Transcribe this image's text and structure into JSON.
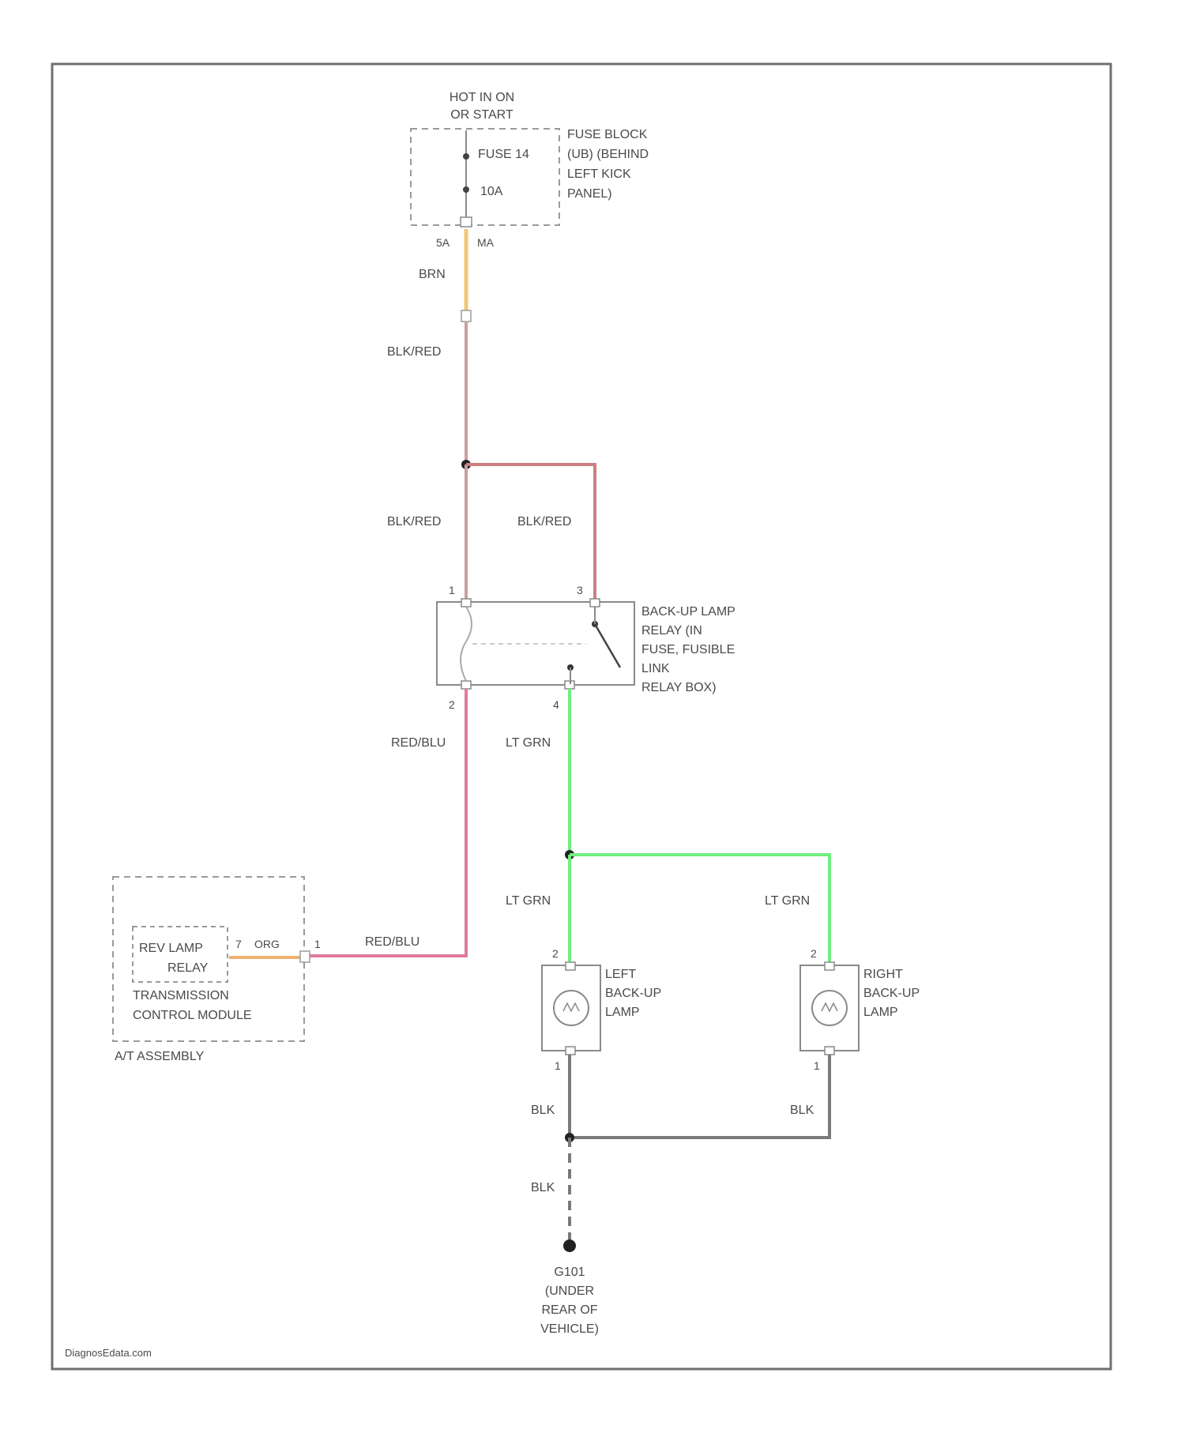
{
  "power_source": {
    "line1": "HOT IN ON",
    "line2": "OR START"
  },
  "fuse_block": {
    "fuse_name": "FUSE 14",
    "fuse_rating": "10A",
    "label_lines": [
      "FUSE BLOCK",
      "(UB) (BEHIND",
      "LEFT KICK",
      "PANEL)"
    ],
    "pin_left": "5A",
    "pin_right": "MA"
  },
  "wires": {
    "brn": "BRN",
    "blk_red_main": "BLK/RED",
    "blk_red_left": "BLK/RED",
    "blk_red_right": "BLK/RED",
    "red_blu_down": "RED/BLU",
    "red_blu_horizontal": "RED/BLU",
    "lt_grn_down": "LT GRN",
    "lt_grn_left": "LT GRN",
    "lt_grn_right": "LT GRN",
    "org": "ORG",
    "blk_left": "BLK",
    "blk_right": "BLK",
    "blk_ground": "BLK"
  },
  "relay": {
    "label_lines": [
      "BACK-UP LAMP",
      "RELAY (IN",
      "FUSE, FUSIBLE",
      "LINK",
      "RELAY BOX)"
    ],
    "pin_1": "1",
    "pin_2": "2",
    "pin_3": "3",
    "pin_4": "4"
  },
  "tcm": {
    "relay_line1": "REV LAMP",
    "relay_line2": "RELAY",
    "module_line1": "TRANSMISSION",
    "module_line2": "CONTROL MODULE",
    "assembly": "A/T ASSEMBLY",
    "pin_inner": "7",
    "pin_outer": "1"
  },
  "left_lamp": {
    "label_lines": [
      "LEFT",
      "BACK-UP",
      "LAMP"
    ],
    "pin_top": "2",
    "pin_bottom": "1"
  },
  "right_lamp": {
    "label_lines": [
      "RIGHT",
      "BACK-UP",
      "LAMP"
    ],
    "pin_top": "2",
    "pin_bottom": "1"
  },
  "ground": {
    "label_lines": [
      "G101",
      "(UNDER",
      "REAR OF",
      "VEHICLE)"
    ]
  },
  "watermark": "DiagnosEdata.com",
  "colors": {
    "frame": "#6f6f6f",
    "brn_wire": "#f0c878",
    "blk_red_wire": "#c9a0a0",
    "blk_red_branch": "#cc8080",
    "red_blu_wire": "#e07aa0",
    "lt_grn_wire": "#70ee80",
    "org_wire": "#f0b070",
    "blk_wire": "#7a7a7a"
  }
}
